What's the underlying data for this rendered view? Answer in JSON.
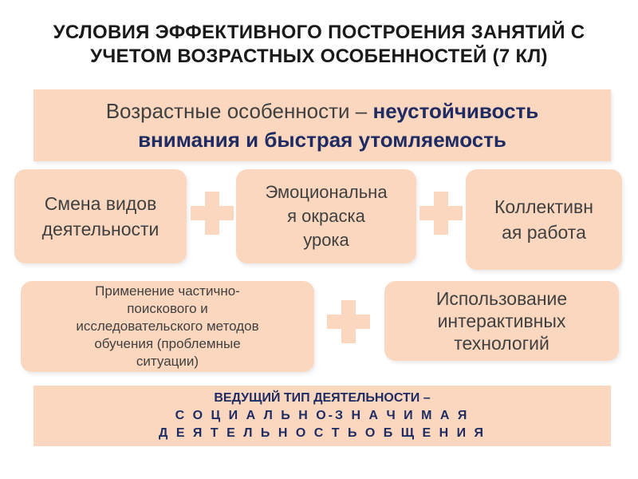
{
  "title": {
    "line1": "УСЛОВИЯ ЭФФЕКТИВНОГО ПОСТРОЕНИЯ ЗАНЯТИЙ С",
    "line2": "УЧЕТОМ ВОЗРАСТНЫХ ОСОБЕННОСТЕЙ (7 КЛ)"
  },
  "top_box": {
    "prefix": "Возрастные особенности – ",
    "highlight_1": "неустойчивость",
    "highlight_2": "внимания и быстрая утомляемость"
  },
  "boxes": {
    "activity_change": [
      "Смена видов",
      "деятельности"
    ],
    "emotional": [
      "Эмоциональна",
      "я окраска",
      "урока"
    ],
    "collective": [
      "Коллективн",
      "ая работа"
    ],
    "methods": [
      "Применение  частично-",
      "поискового и",
      "исследовательского методов",
      "обучения (проблемные",
      "ситуации)"
    ],
    "interactive": [
      "Использование",
      "интерактивных",
      "технологий"
    ]
  },
  "bottom_box": {
    "line1": "ВЕДУЩИЙ ТИП ДЕЯТЕЛЬНОСТИ –",
    "line2": "С О Ц И А Л Ь Н О-З Н А Ч И М А Я",
    "line3": "Д Е Я Т Е Л Ь Н О С Т Ь  О Б Щ Е Н И Я"
  },
  "colors": {
    "box_fill": "#fbd7bf",
    "highlight_text": "#1f2b63",
    "body_text": "#404040"
  },
  "icons": [
    "plus-icon",
    "plus-icon",
    "plus-icon"
  ]
}
